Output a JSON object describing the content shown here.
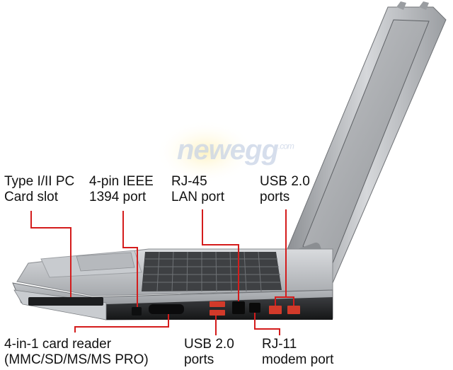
{
  "watermark": {
    "text": "newegg",
    "suffix": ".com"
  },
  "labels": {
    "pc_card": [
      "Type I/II PC",
      "Card slot"
    ],
    "ieee1394": [
      "4-pin IEEE",
      "1394 port"
    ],
    "rj45": [
      "RJ-45",
      "LAN port"
    ],
    "usb_right": [
      "USB 2.0",
      "ports"
    ],
    "card_reader": [
      "4-in-1 card reader",
      "(MMC/SD/MS/MS PRO)"
    ],
    "usb_bottom": [
      "USB 2.0",
      "ports"
    ],
    "rj11": [
      "RJ-11",
      "modem port"
    ]
  },
  "colors": {
    "callout": "#d41c1c",
    "text": "#111111"
  }
}
